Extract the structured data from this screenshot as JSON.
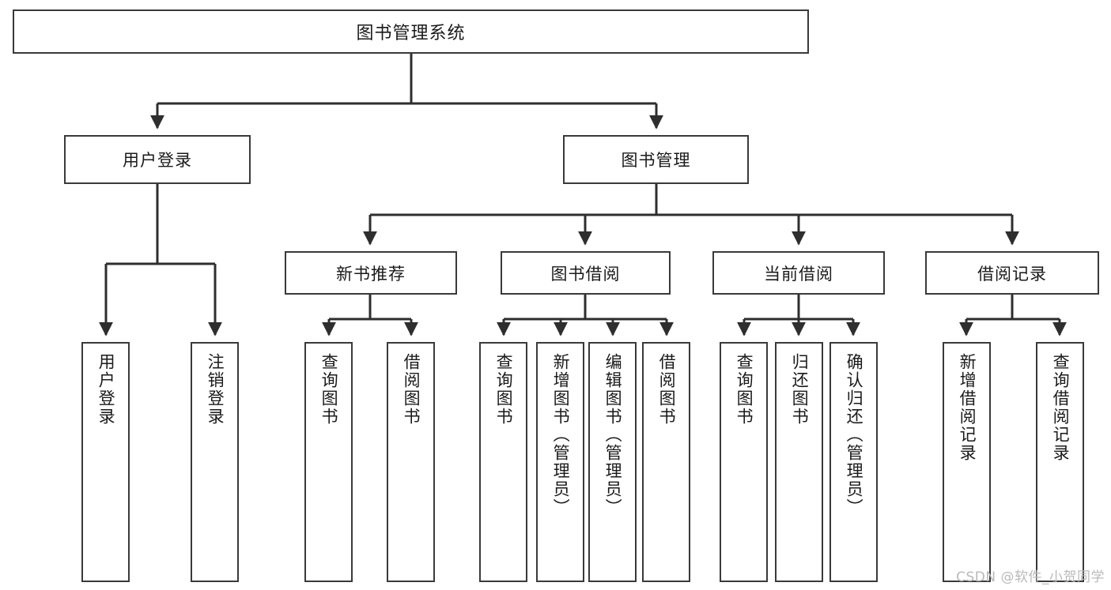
{
  "diagram": {
    "title": "图书管理系统",
    "type": "function-structure-tree",
    "watermark": "CSDN @软件_小贺同学",
    "colors": {
      "box_border": "#3a3a3a",
      "box_fill": "#ffffff",
      "connector": "#2e2e2e",
      "text": "#1a1a1a",
      "watermark": "#b9b9b9",
      "background": "#ffffff"
    },
    "root": {
      "label": "图书管理系统"
    },
    "level2": [
      {
        "label": "用户登录"
      },
      {
        "label": "图书管理"
      }
    ],
    "level3": [
      {
        "label": "新书推荐"
      },
      {
        "label": "图书借阅"
      },
      {
        "label": "当前借阅"
      },
      {
        "label": "借阅记录"
      }
    ],
    "leaves": {
      "user_login": [
        {
          "label": "用户登录"
        },
        {
          "label": "注销登录"
        }
      ],
      "new_book_recommend": [
        {
          "label": "查询图书"
        },
        {
          "label": "借阅图书"
        }
      ],
      "book_borrow": [
        {
          "label": "查询图书"
        },
        {
          "label": "新增图书（管理员）"
        },
        {
          "label": "编辑图书（管理员）"
        },
        {
          "label": "借阅图书"
        }
      ],
      "current_borrow": [
        {
          "label": "查询图书"
        },
        {
          "label": "归还图书"
        },
        {
          "label": "确认归还（管理员）"
        }
      ],
      "borrow_record": [
        {
          "label": "新增借阅记录"
        },
        {
          "label": "查询借阅记录"
        }
      ]
    }
  }
}
